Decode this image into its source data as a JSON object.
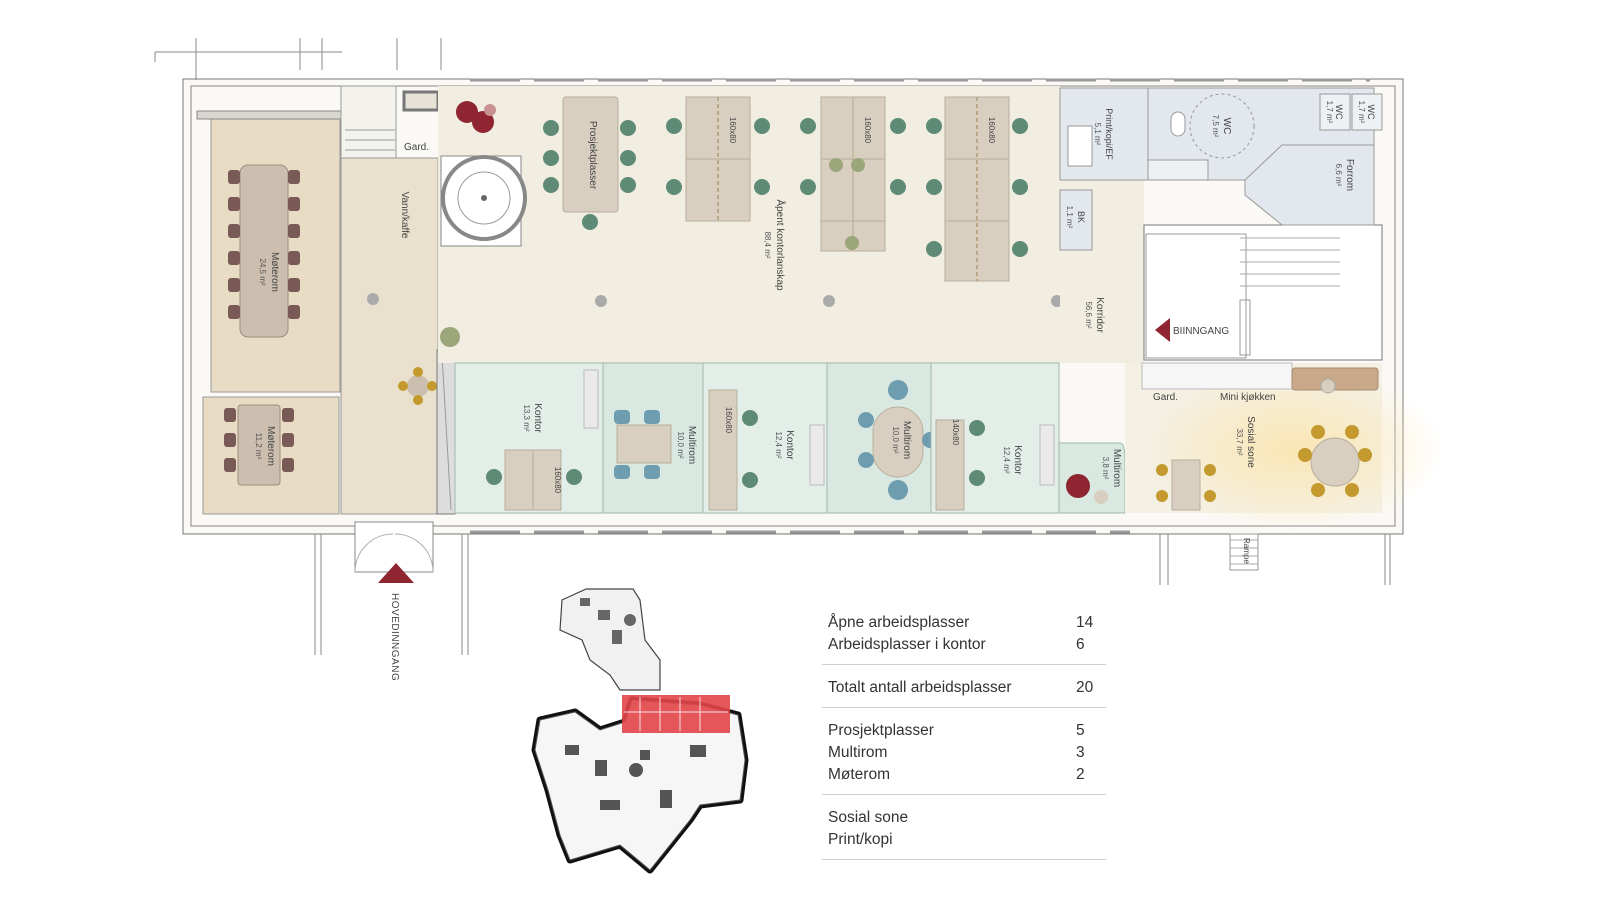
{
  "rooms": {
    "moterom_large": {
      "name": "Møterom",
      "area": "24,5 m²"
    },
    "moterom_small": {
      "name": "Møterom",
      "area": "11,2 m²"
    },
    "vann_kaffe": {
      "name": "Vann/kaffe"
    },
    "gard_left": {
      "name": "Gard."
    },
    "prosjektplasser": {
      "name": "Prosjektplasser"
    },
    "open_office": {
      "name": "Åpent kontorlanskap",
      "area": "88,4 m²"
    },
    "print": {
      "name": "Print/kopi/EF",
      "area": "5,1 m²"
    },
    "bk": {
      "name": "BK",
      "area": "1,1 m²"
    },
    "wc_large": {
      "name": "WC",
      "area": "7,5 m²"
    },
    "wc_small1": {
      "name": "WC",
      "area": "1,7 m²"
    },
    "wc_small2": {
      "name": "WC",
      "area": "1,7 m²"
    },
    "forrom": {
      "name": "Forrom",
      "area": "6,6 m²"
    },
    "korridor": {
      "name": "Korridor",
      "area": "56,6 m²"
    },
    "kontor_1": {
      "name": "Kontor",
      "area": "13,3 m²"
    },
    "multirom_1": {
      "name": "Multirom",
      "area": "10,0 m²"
    },
    "kontor_2": {
      "name": "Kontor",
      "area": "12,4 m²"
    },
    "multirom_2": {
      "name": "Multirom",
      "area": "10,0 m²"
    },
    "kontor_3": {
      "name": "Kontor",
      "area": "12,4 m²"
    },
    "multirom_3": {
      "name": "Multirom",
      "area": "3,8 m²"
    },
    "sosial_sone": {
      "name": "Sosial sone",
      "area": "33,7 m²"
    },
    "gard_right": {
      "name": "Gard."
    },
    "mini_kjokken": {
      "name": "Mini kjøkken"
    }
  },
  "desk_label": "160x80",
  "desk_label_small": "140x80",
  "entrances": {
    "main": "HOVEDINNGANG",
    "side": "BIINNGANG",
    "ramp": "Rampe"
  },
  "colors": {
    "accent_red": "#8e2530",
    "chair_green": "#5e8a76",
    "chair_brown": "#7a5a56",
    "table": "#d8cfc1",
    "floor_warm": "#f1ede0",
    "floor_meeting": "#e9dcc4",
    "floor_glass": "#e3eee8",
    "floor_wet": "#e2e8ee",
    "highlight": "#e3454a"
  },
  "summary": [
    {
      "rows": [
        {
          "label": "Åpne arbeidsplasser",
          "value": "14"
        },
        {
          "label": "Arbeidsplasser i kontor",
          "value": "6"
        }
      ]
    },
    {
      "rows": [
        {
          "label": "Totalt antall arbeidsplasser",
          "value": "20"
        }
      ]
    },
    {
      "rows": [
        {
          "label": "Prosjektplasser",
          "value": "5"
        },
        {
          "label": "Multirom",
          "value": "3"
        },
        {
          "label": "Møterom",
          "value": "2"
        }
      ]
    },
    {
      "rows": [
        {
          "label": "Sosial sone",
          "value": ""
        },
        {
          "label": "Print/kopi",
          "value": ""
        }
      ]
    }
  ]
}
